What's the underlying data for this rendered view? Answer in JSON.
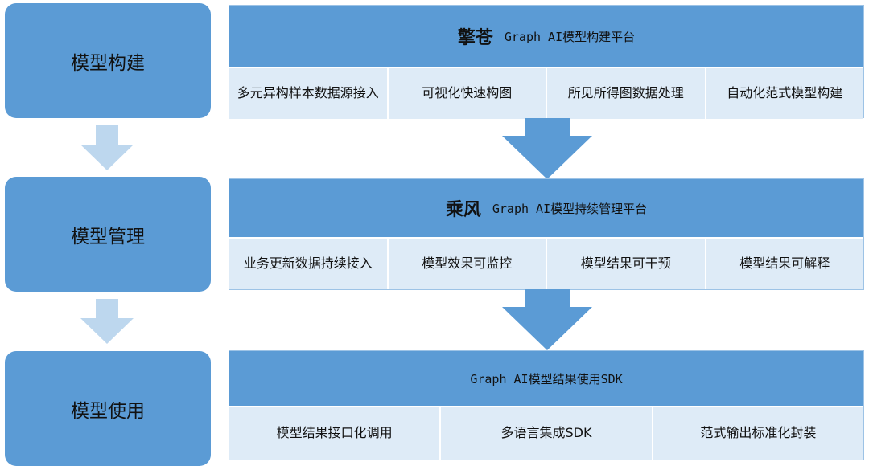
{
  "stages": [
    {
      "label": "模型构建"
    },
    {
      "label": "模型管理"
    },
    {
      "label": "模型使用"
    }
  ],
  "panels": [
    {
      "brand": "擎苍",
      "subtitle": "Graph AI模型构建平台",
      "cells": [
        "多元异构样本数据源接入",
        "可视化快速构图",
        "所见所得图数据处理",
        "自动化范式模型构建"
      ]
    },
    {
      "brand": "乘风",
      "subtitle": "Graph AI模型持续管理平台",
      "cells": [
        "业务更新数据持续接入",
        "模型效果可监控",
        "模型结果可干预",
        "模型结果可解释"
      ]
    },
    {
      "brand": "",
      "subtitle": "Graph AI模型结果使用SDK",
      "cells": [
        "模型结果接口化调用",
        "多语言集成SDK",
        "范式输出标准化封装"
      ]
    }
  ],
  "colors": {
    "stage_fill": "#5b9bd5",
    "small_arrow": "#bdd7ee",
    "big_arrow": "#5b9bd5",
    "cell_fill": "#deebf7"
  }
}
